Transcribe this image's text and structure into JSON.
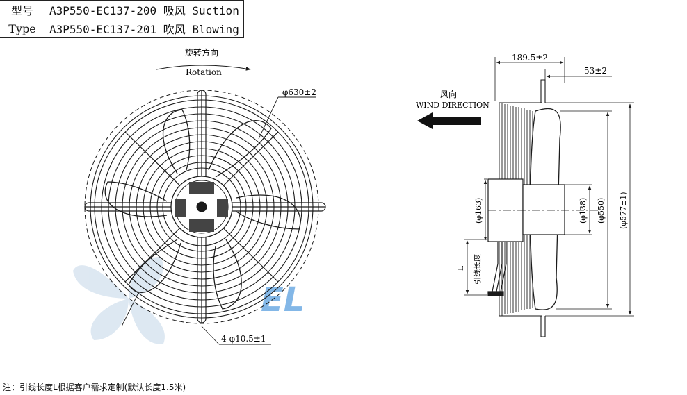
{
  "type_table": {
    "rows": [
      {
        "label": "型号",
        "value": "A3P550-EC137-200 吸风 Suction"
      },
      {
        "label": "Type",
        "value": "A3P550-EC137-201 吹风 Blowing"
      }
    ]
  },
  "front_view": {
    "rotation_cn": "旋转方向",
    "rotation_en": "Rotation",
    "guard_diameter": "φ630±2",
    "mount_holes": "4-φ10.5±1"
  },
  "side_view": {
    "wind_cn": "风向",
    "wind_en": "WIND DIRECTION",
    "depth": "189.5±2",
    "motor_depth": "53±2",
    "hub_diameter": "(φ163)",
    "motor_diameter": "(φ138)",
    "blade_diameter": "(φ550)",
    "ring_diameter": "(φ577±1)",
    "lead_length": "L",
    "lead_label": "引线长度"
  },
  "watermark_text": "EL",
  "note": "注：引线长度L根据客户需求定制(默认长度1.5米)",
  "colors": {
    "line": "#1a1a1a",
    "watermark": "#5aa0e0",
    "watermark_light": "#d8e4f0"
  }
}
